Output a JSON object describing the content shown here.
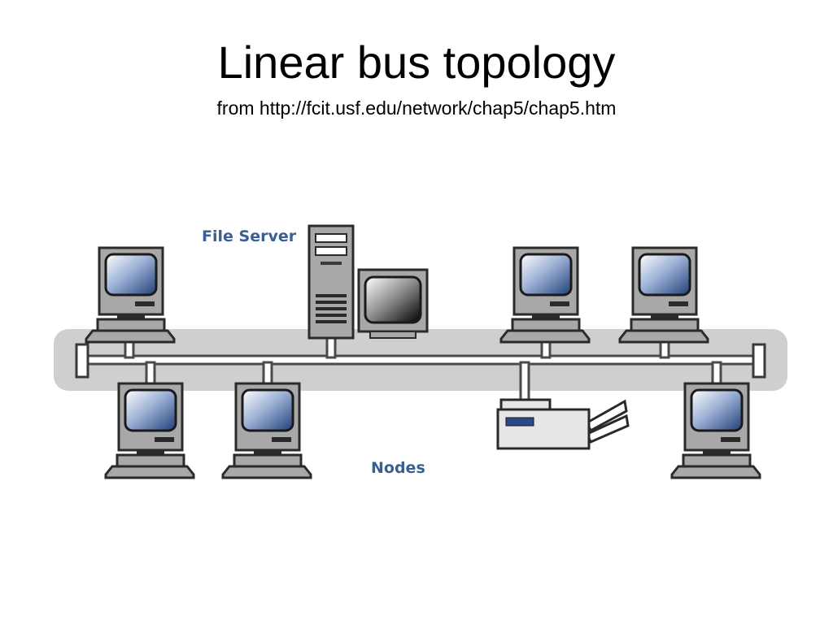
{
  "slide": {
    "title": "Linear bus topology",
    "subtitle": "from http://fcit.usf.edu/network/chap5/chap5.htm"
  },
  "diagram": {
    "labels": {
      "file_server": "File Server",
      "nodes": "Nodes"
    },
    "colors": {
      "bus_band": "#cfcfcf",
      "cable": "#5c5c5c",
      "device_body": "#a8a8a8",
      "device_outline": "#2a2a2a",
      "screen_blue": "#2a4a86",
      "label_text": "#3a5f93"
    },
    "icons": [
      "workstation-icon",
      "file-server-tower-icon",
      "server-monitor-icon",
      "printer-icon",
      "bus-terminator-icon"
    ]
  }
}
